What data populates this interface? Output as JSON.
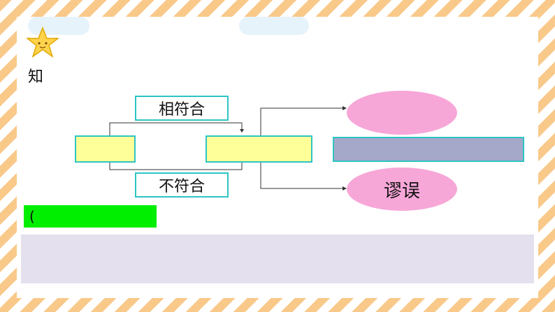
{
  "heading_char": "知",
  "diagram": {
    "top_label": "相符合",
    "bottom_label": "不符合",
    "left_box_text": "",
    "middle_box_text": "",
    "ellipse_top_text": "",
    "ellipse_bottom_text": "谬误",
    "right_bar_text": ""
  },
  "green_bar_text": "(",
  "bottom_panel_text": "",
  "colors": {
    "border_stripe": "#f9c98a",
    "cyan_border": "#2ec4c4",
    "yellow_fill": "#ffff99",
    "pink_fill": "#f7a6d8",
    "slate_fill": "#a5a8c8",
    "green_fill": "#00ee00",
    "lavender_fill": "#e4e0ee"
  }
}
